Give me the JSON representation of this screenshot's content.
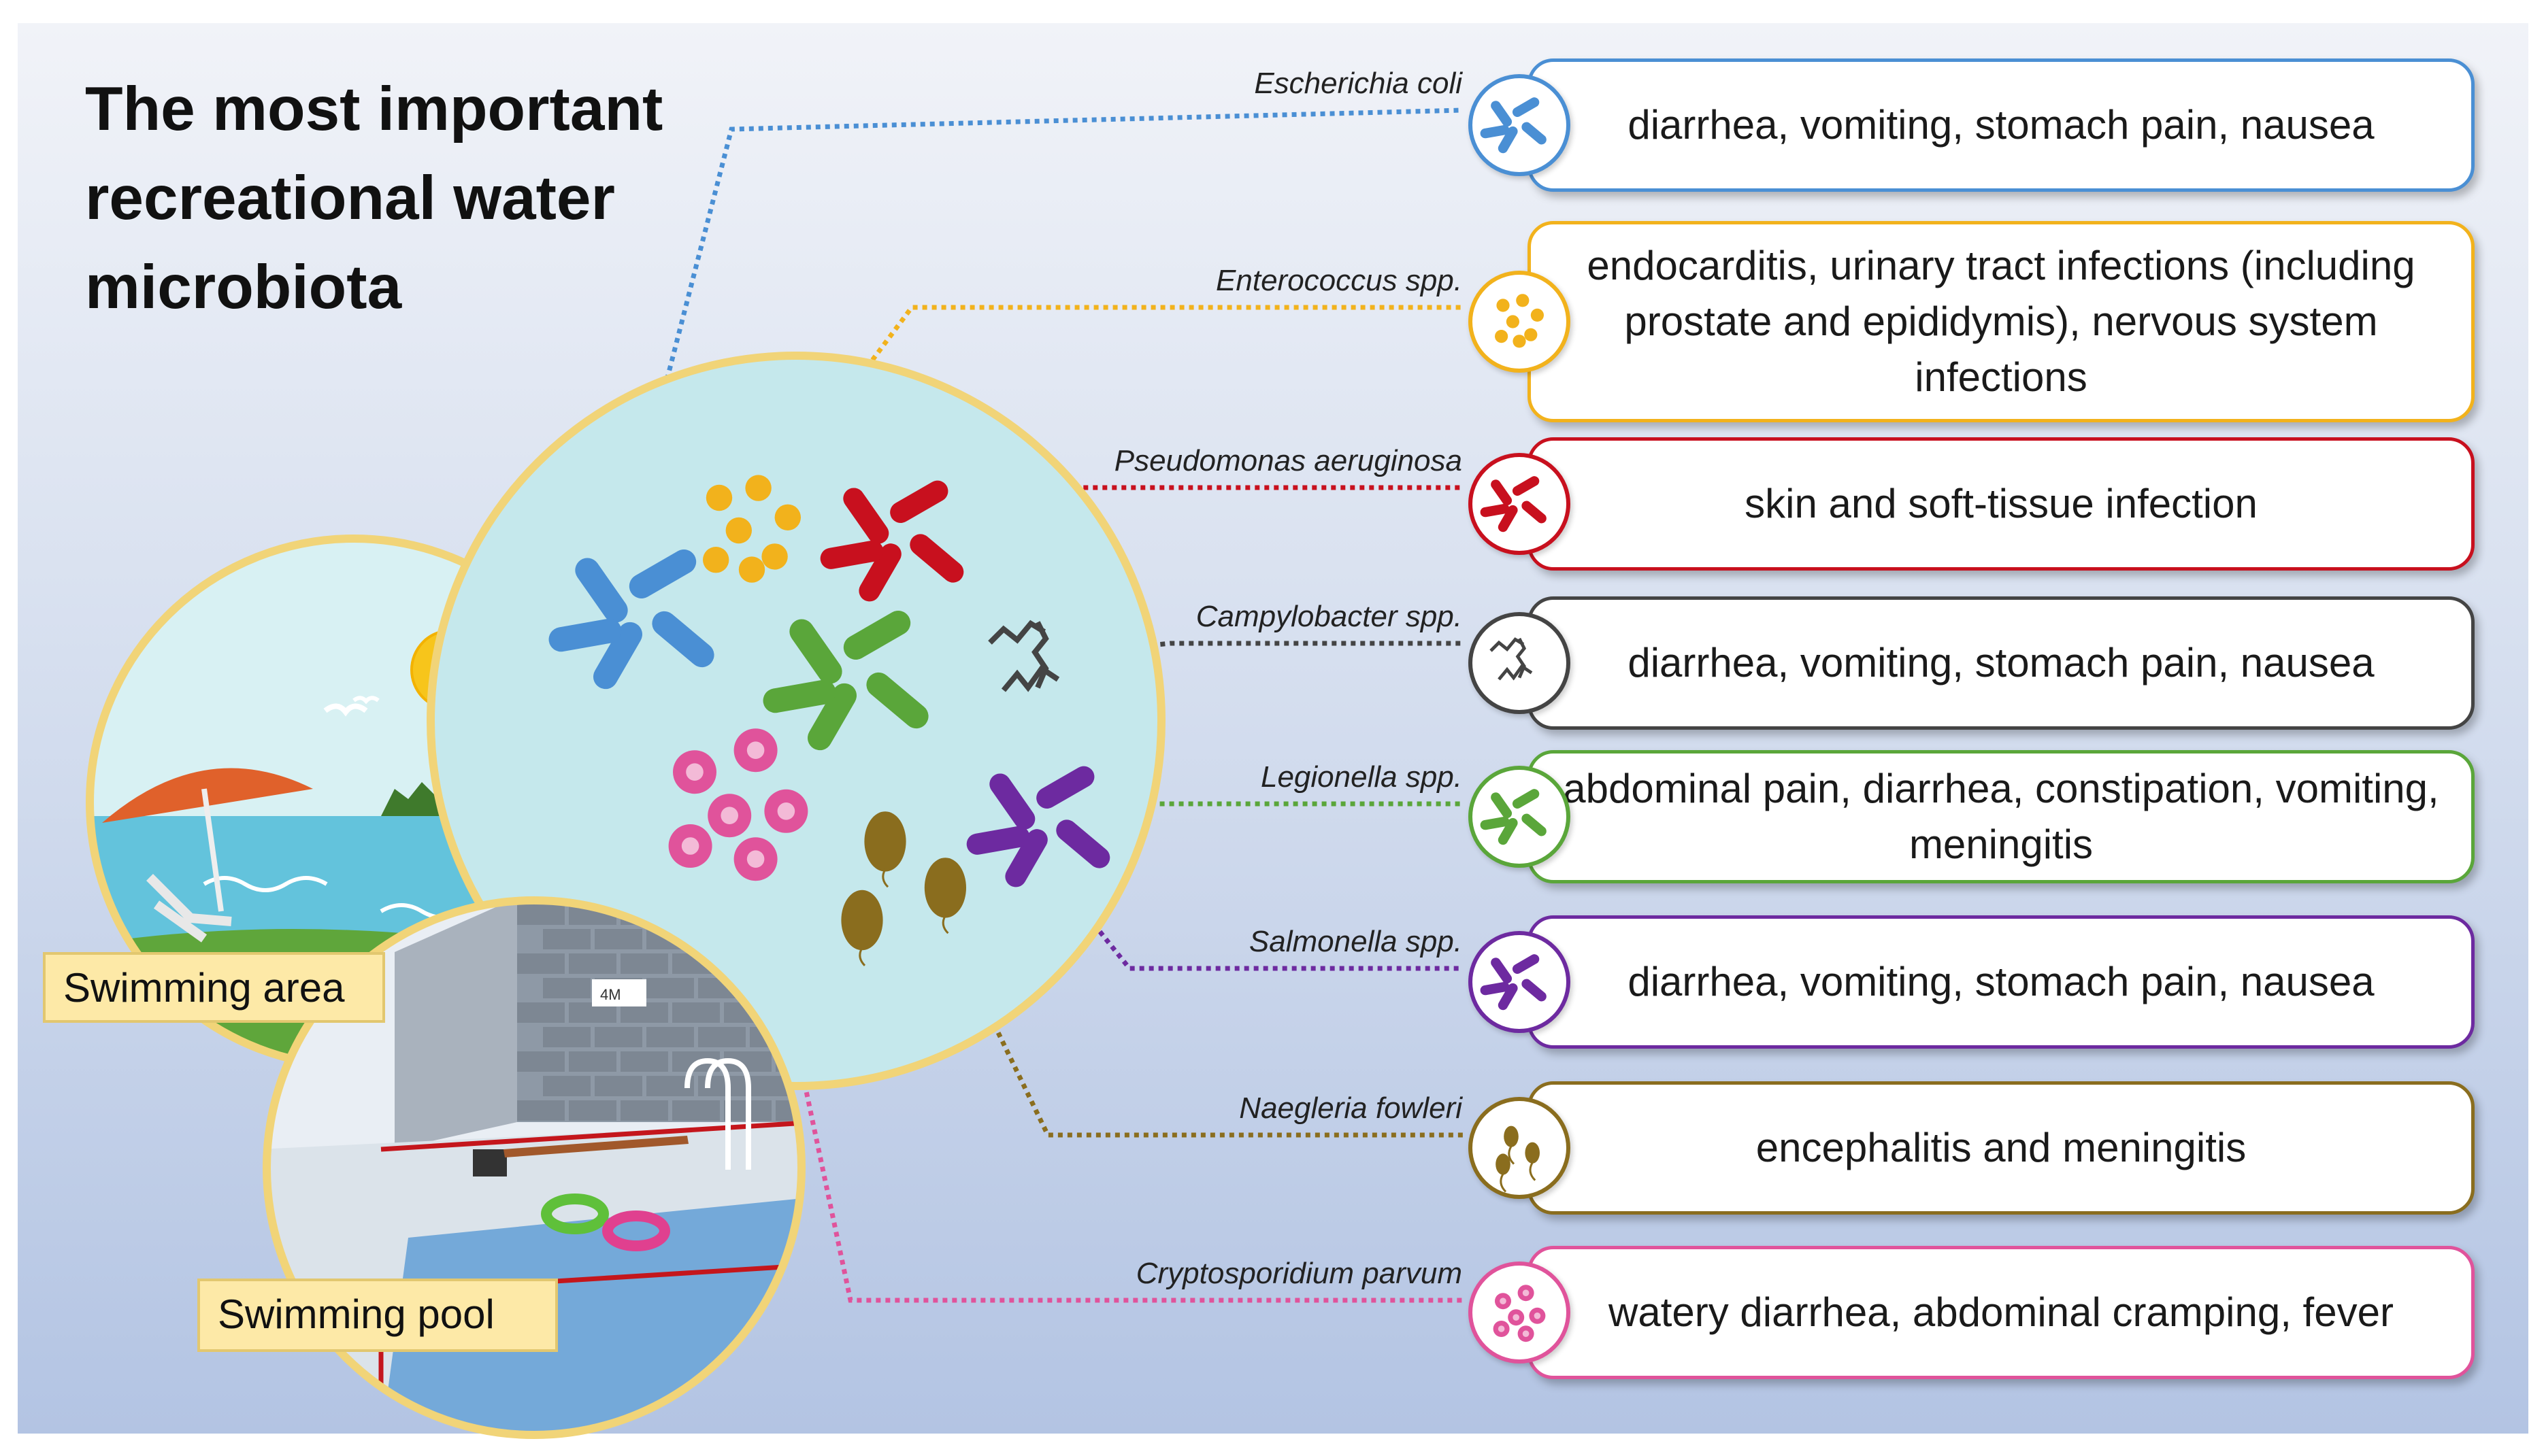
{
  "title": "The most important\nrecreational water\nmicrobiota",
  "settings": {
    "swimming_area_label": "Swimming area",
    "swimming_pool_label": "Swimming pool",
    "depth_sign": "4M"
  },
  "organisms": [
    {
      "name": "Escherichia coli",
      "symptoms": "diarrhea, vomiting, stomach pain, nausea",
      "color": "#4a8fd4",
      "icon": "rod-bacteria-icon"
    },
    {
      "name": "Enterococcus spp.",
      "symptoms": "endocarditis, urinary tract infections (including prostate and epididymis), nervous system infections",
      "color": "#f2b21c",
      "icon": "cocci-bacteria-icon"
    },
    {
      "name": "Pseudomonas aeruginosa",
      "symptoms": "skin and soft-tissue infection",
      "color": "#c8101e",
      "icon": "rod-bacteria-icon"
    },
    {
      "name": "Campylobacter spp.",
      "symptoms": "diarrhea, vomiting, stomach pain, nausea",
      "color": "#444444",
      "icon": "spiral-bacteria-icon"
    },
    {
      "name": "Legionella spp.",
      "symptoms": "abdominal pain, diarrhea, constipation, vomiting, meningitis",
      "color": "#5aa63a",
      "icon": "rod-bacteria-icon"
    },
    {
      "name": "Salmonella spp.",
      "symptoms": "diarrhea, vomiting, stomach pain, nausea",
      "color": "#6d2aa0",
      "icon": "rod-bacteria-icon"
    },
    {
      "name": "Naegleria fowleri",
      "symptoms": "encephalitis and meningitis",
      "color": "#8a6d1e",
      "icon": "amoeba-flagellate-icon"
    },
    {
      "name": "Cryptosporidium parvum",
      "symptoms": "watery diarrhea, abdominal cramping, fever",
      "color": "#e0539b",
      "icon": "oocyst-icon"
    }
  ]
}
